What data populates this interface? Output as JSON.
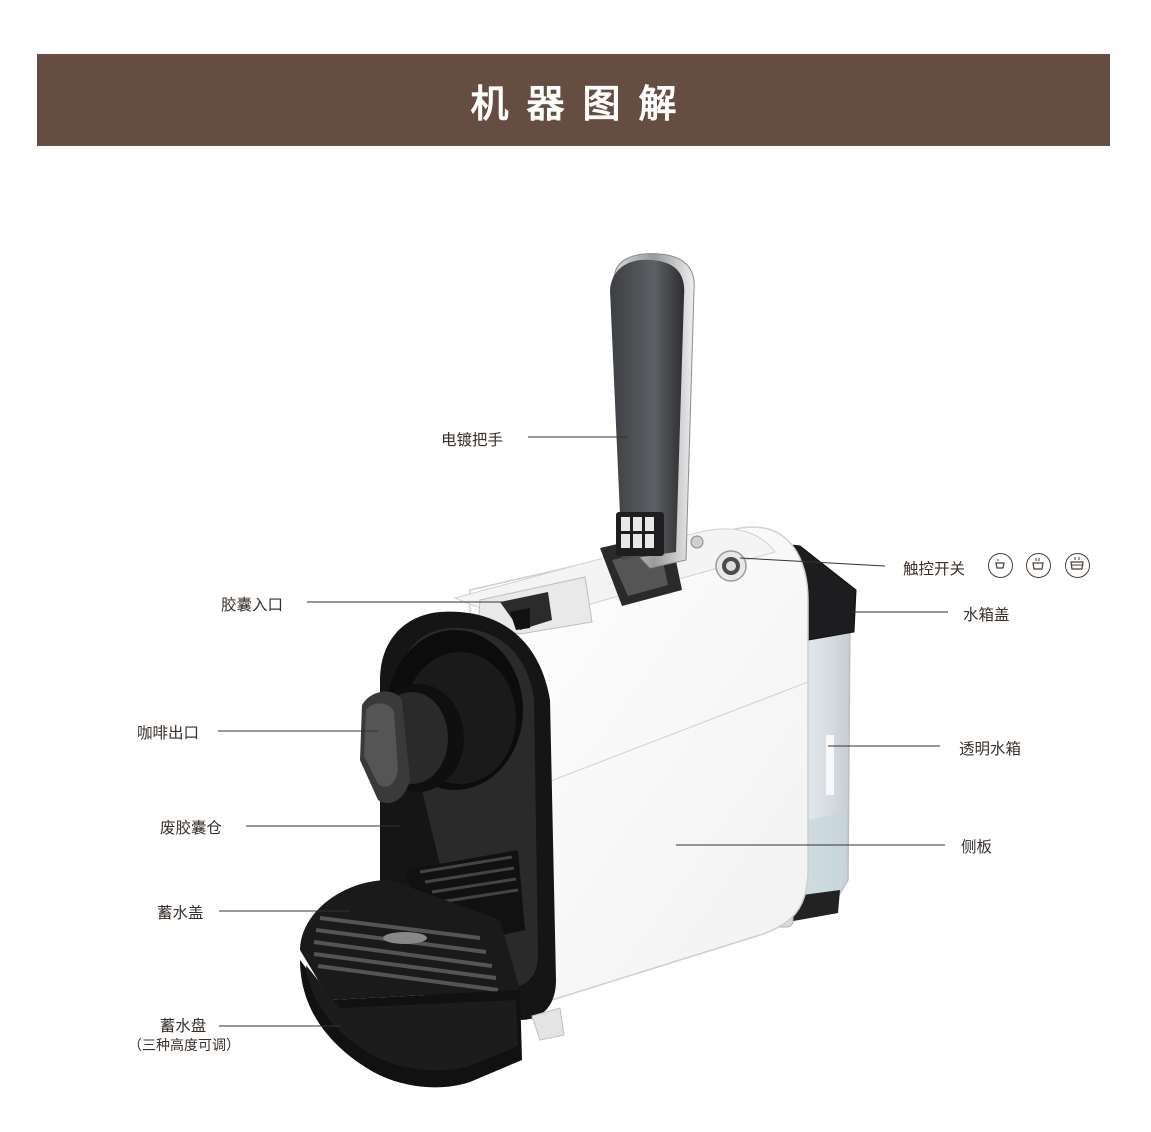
{
  "header": {
    "title": "机器图解"
  },
  "labels": {
    "handle": "电镀把手",
    "capsule_inlet": "胶囊入口",
    "coffee_outlet": "咖啡出口",
    "waste_bin": "废胶囊仓",
    "drip_cover": "蓄水盖",
    "drip_tray": "蓄水盘",
    "drip_tray_note": "（三种高度可调）",
    "touch_switch": "触控开关",
    "tank_lid": "水箱盖",
    "transparent_tank": "透明水箱",
    "side_panel": "侧板"
  },
  "touch_icons": [
    "small-cup-icon",
    "medium-cup-icon",
    "large-cup-icon"
  ],
  "colors": {
    "header_bg": "#654e41",
    "leader": "#3a302b"
  }
}
